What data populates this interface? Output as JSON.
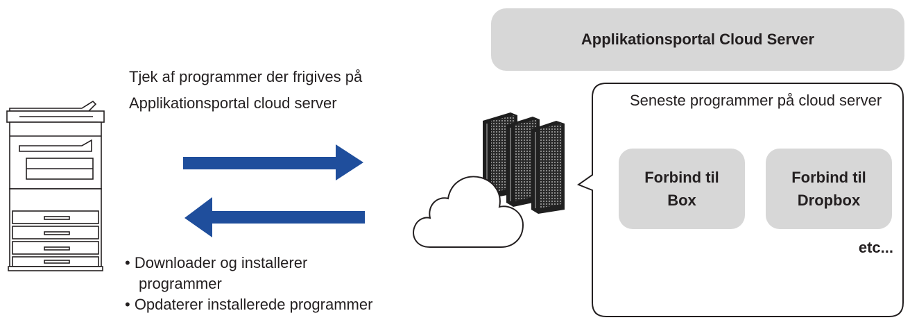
{
  "server_title": "Applikationsportal Cloud Server",
  "bubble": {
    "heading": "Seneste programmer på cloud server",
    "apps": [
      {
        "label_line1": "Forbind til",
        "label_line2": "Box"
      },
      {
        "label_line1": "Forbind til",
        "label_line2": "Dropbox"
      }
    ],
    "etc": "etc..."
  },
  "upload_label": "Tjek af programmer der frigives på Applikationsportal cloud server",
  "download_bullets": {
    "item1_line1": "• Downloader og installerer",
    "item1_line2": "programmer",
    "item2": "• Opdaterer installerede programmer"
  },
  "colors": {
    "arrow": "#1f4e9c",
    "box_fill": "#d7d7d7",
    "outline": "#231f20"
  },
  "icons": [
    "printer-icon",
    "server-rack-icon",
    "cloud-icon",
    "arrow-right-icon",
    "arrow-left-icon"
  ]
}
